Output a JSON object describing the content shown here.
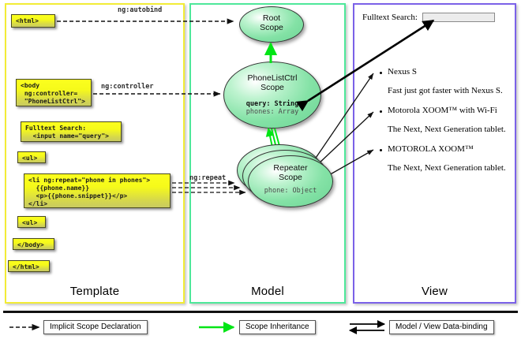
{
  "columns": [
    {
      "label": "Template",
      "color": "#f2ec36"
    },
    {
      "label": "Model",
      "color": "#4ee89a"
    },
    {
      "label": "View",
      "color": "#7b61e8"
    }
  ],
  "template": {
    "boxes": [
      {
        "name": "html-open-tag",
        "text": "<html>"
      },
      {
        "name": "body-tag",
        "text": "<body\n ng:controller=\n \"PhoneListCtrl\">"
      },
      {
        "name": "search-input-markup",
        "text": "Fulltext Search:\n  <input name=\"query\">"
      },
      {
        "name": "ul-open-tag",
        "text": "<ul>"
      },
      {
        "name": "li-repeat-markup",
        "text": "<li ng:repeat=\"phone in phones\">\n  {{phone.name}}\n  <p>{{phone.snippet}}</p>\n</li>"
      },
      {
        "name": "ul-close-tag",
        "text": "<ul>"
      },
      {
        "name": "body-close-tag",
        "text": "</body>"
      },
      {
        "name": "html-close-tag",
        "text": "</html>"
      }
    ]
  },
  "connectors": [
    {
      "name": "ng-autobind",
      "label": "ng:autobind"
    },
    {
      "name": "ng-controller",
      "label": "ng:controller"
    },
    {
      "name": "ng-repeat",
      "label": "ng:repeat"
    }
  ],
  "model": {
    "scopes": [
      {
        "name": "root-scope",
        "title_line1": "Root",
        "title_line2": "Scope",
        "props": []
      },
      {
        "name": "phonelistctrl-scope",
        "title_line1": "PhoneListCtrl",
        "title_line2": "Scope",
        "props": [
          {
            "text": "query: String",
            "emphasis": "bold"
          },
          {
            "text": "phones: Array",
            "emphasis": "dim"
          }
        ]
      },
      {
        "name": "repeater-scope",
        "title_line1": "Repeater",
        "title_line2": "Scope",
        "props": [
          {
            "text": "phone: Object",
            "emphasis": "dim"
          }
        ]
      }
    ]
  },
  "view": {
    "search_label": "Fulltext Search:",
    "search_value": "",
    "search_placeholder": "",
    "items": [
      {
        "title": "Nexus S",
        "desc": "Fast just got faster with Nexus S."
      },
      {
        "title": "Motorola XOOM™  with Wi-Fi",
        "desc": "The Next, Next Generation tablet."
      },
      {
        "title": "MOTOROLA XOOM™",
        "desc": "The Next, Next Generation tablet."
      }
    ]
  },
  "legend": {
    "items": [
      {
        "name": "implicit-scope-declaration",
        "label": "Implicit Scope Declaration",
        "arrow": "dashed-black"
      },
      {
        "name": "scope-inheritance",
        "label": "Scope Inheritance",
        "arrow": "solid-green"
      },
      {
        "name": "model-view-data-binding",
        "label": "Model / View Data-binding",
        "arrow": "double-black"
      }
    ]
  },
  "colors": {
    "template_border": "#f2ec36",
    "model_border": "#4ee89a",
    "view_border": "#7b61e8",
    "code_box_fill": "#f6fa1a",
    "scope_fill": "#84e2a6",
    "inheritance_arrow": "#00e515",
    "binding_arrow": "#000000"
  }
}
